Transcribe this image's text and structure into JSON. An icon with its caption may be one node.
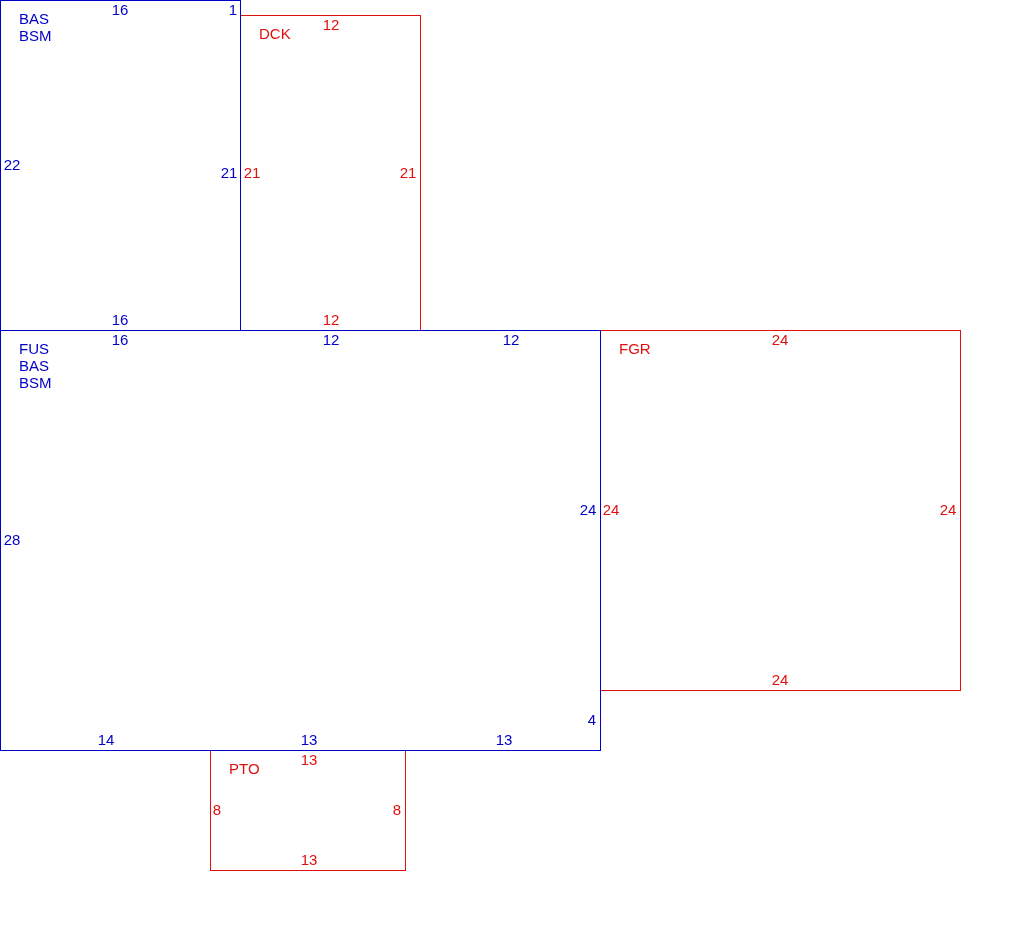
{
  "diagram": {
    "nodes": [
      {
        "text": [
          "BAS",
          "BSM"
        ]
      },
      {
        "text": [
          "DCK"
        ]
      },
      {
        "text": [
          "FUS",
          "BAS",
          "BSM"
        ]
      },
      {
        "text": [
          "FGR"
        ]
      },
      {
        "text": [
          "PTO"
        ]
      }
    ],
    "labels": [
      "16",
      "1",
      "12",
      "22",
      "21",
      "21",
      "21",
      "16",
      "12",
      "16",
      "12",
      "12",
      "24",
      "24",
      "24",
      "24",
      "28",
      "24",
      "4",
      "14",
      "13",
      "13",
      "13",
      "8",
      "8",
      "13"
    ]
  }
}
